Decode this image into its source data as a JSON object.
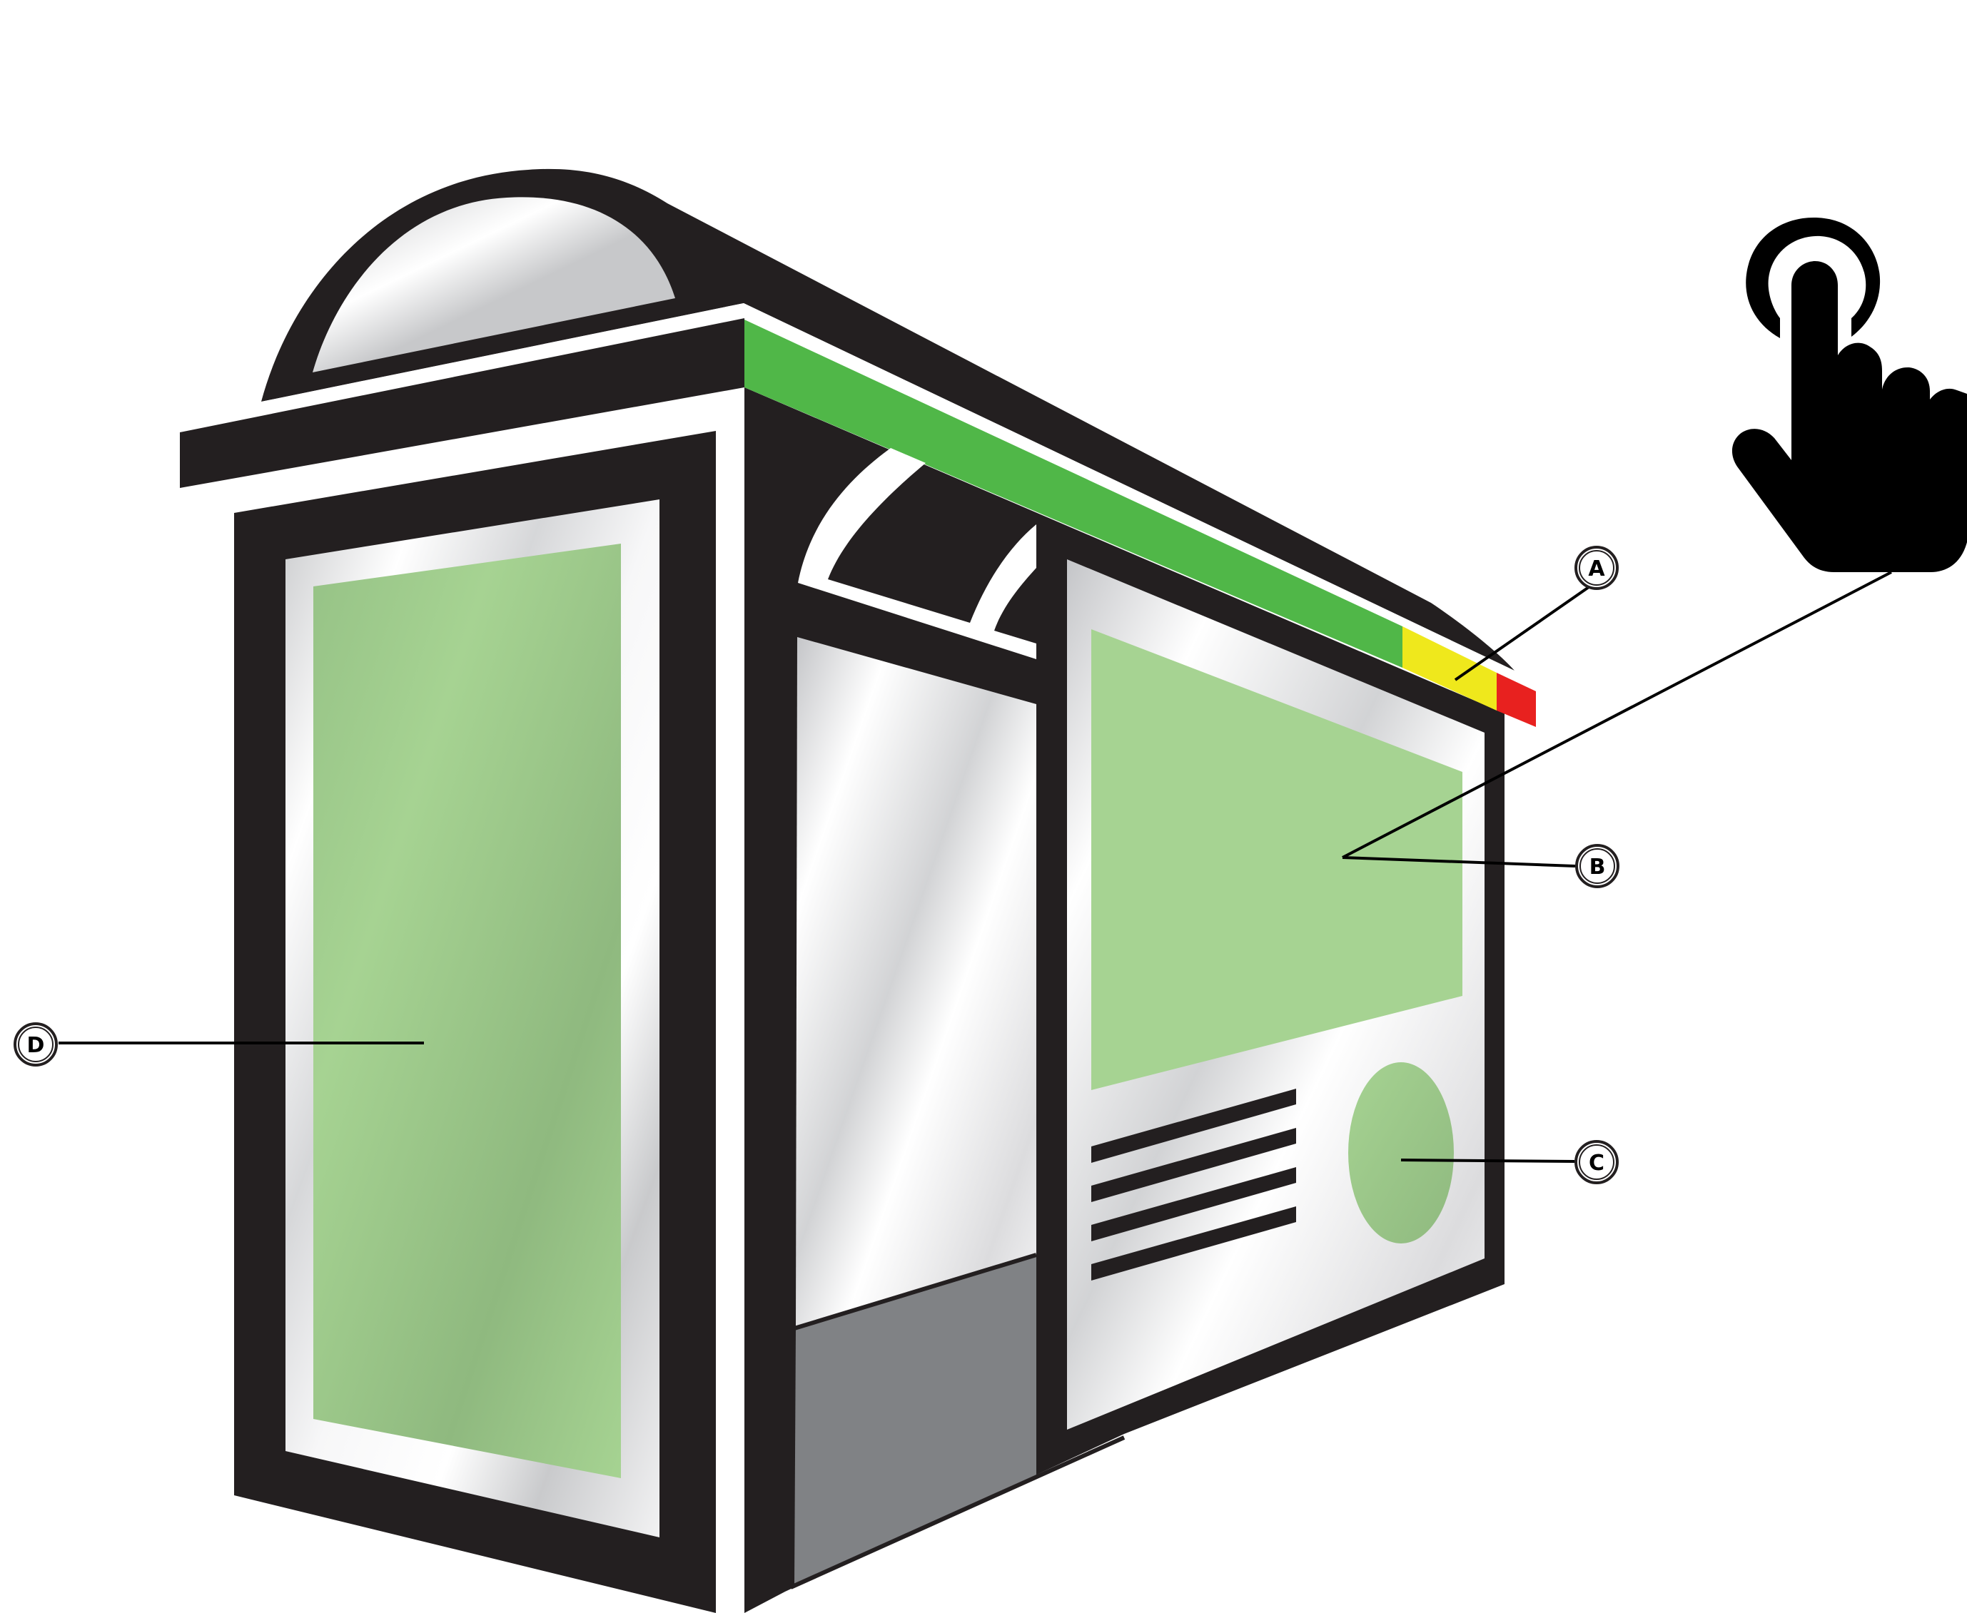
{
  "callouts": {
    "a": "A",
    "b": "B",
    "c": "C",
    "d": "D"
  },
  "icons": {
    "pointer": "hand-pointer-tap-icon"
  },
  "colors": {
    "outline": "#231f20",
    "panel_green": "#a6d392",
    "panel_green_dark": "#8fb97f",
    "strip_green": "#50b748",
    "strip_yellow": "#efe81c",
    "strip_red": "#e8211f",
    "glass_light": "#ffffff",
    "glass_gray": "#c8c9cb",
    "base_gray": "#808285",
    "dome_gray": "#c7c8ca"
  }
}
